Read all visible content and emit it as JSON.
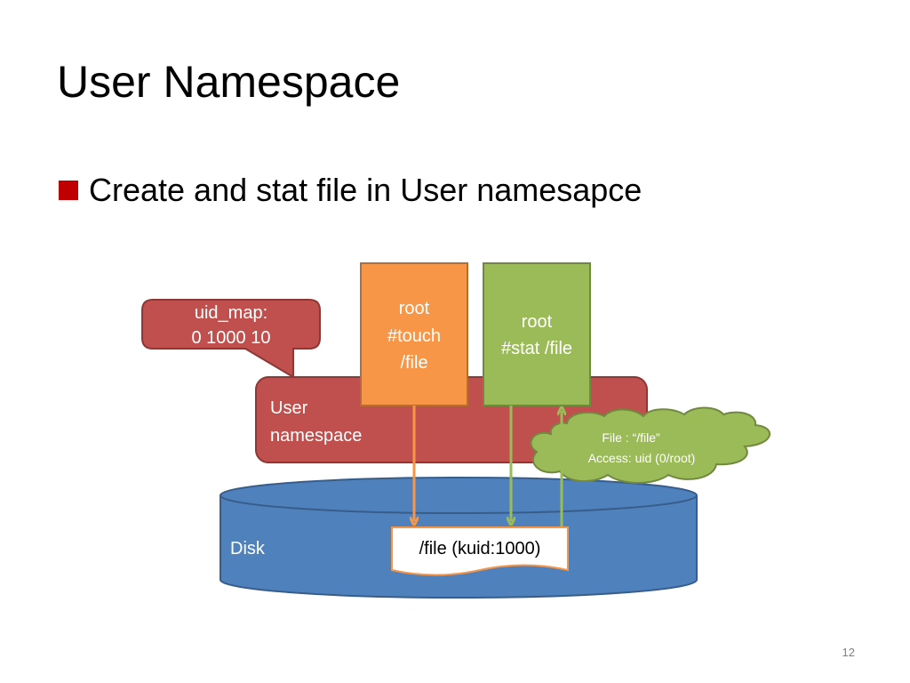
{
  "slide": {
    "title": "User Namespace",
    "bullet": "Create and stat file in User namesapce",
    "page_number": "12"
  },
  "diagram": {
    "uid_map_callout": {
      "line1": "uid_map:",
      "line2": "0 1000 10"
    },
    "user_namespace": {
      "line1": "User",
      "line2": "namespace"
    },
    "touch_box": {
      "line1": "root",
      "line2": "#touch",
      "line3": "/file"
    },
    "stat_box": {
      "line1": "root",
      "line2": "#stat /file"
    },
    "stat_result_cloud": {
      "line1": "File :  “/file”",
      "line2": "Access:  uid (0/root)"
    },
    "disk": {
      "label": "Disk"
    },
    "file_doc": {
      "label": "/file (kuid:1000)"
    }
  },
  "colors": {
    "bullet": "#c00000",
    "namespace_fill": "#c0504d",
    "namespace_stroke": "#8c3836",
    "touch_fill": "#f79646",
    "touch_stroke": "#b66d31",
    "stat_fill": "#9bbb59",
    "stat_stroke": "#71893f",
    "disk_fill": "#4f81bd",
    "disk_stroke": "#385d8a",
    "orange_arrow": "#f79646",
    "green_arrow": "#9bbb59"
  }
}
